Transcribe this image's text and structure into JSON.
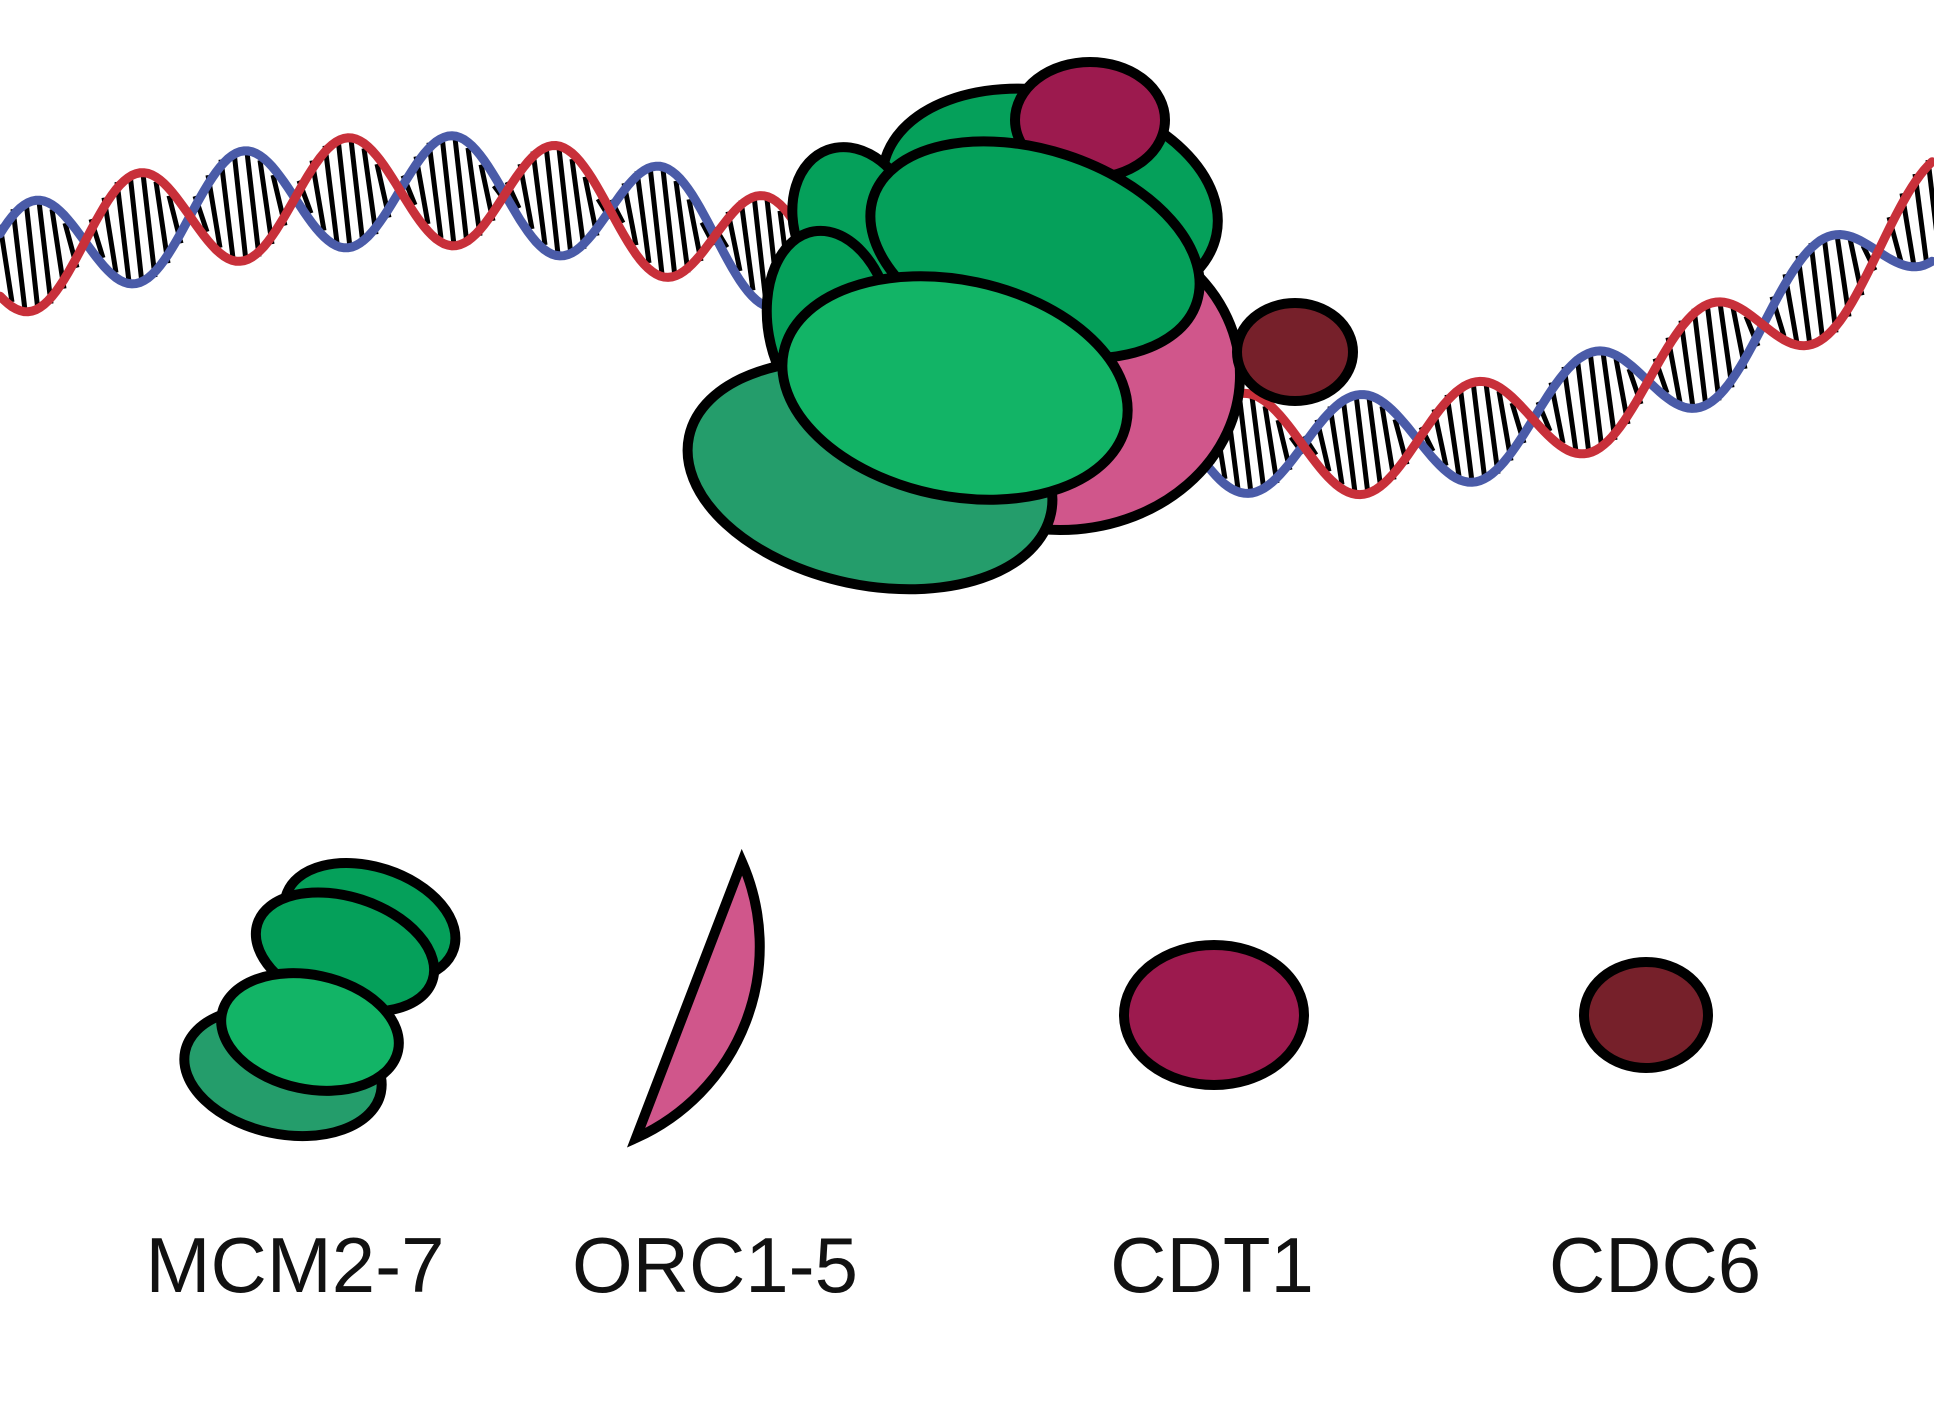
{
  "colors": {
    "strand_a": "#c8303a",
    "strand_b": "#4a5ba8",
    "rungs": "#000000",
    "outline": "#000000",
    "mcm_dark": "#249d6b",
    "mcm_mid": "#05a05a",
    "mcm_light": "#12b466",
    "orc": "#d0568b",
    "cdt1": "#9c1a4e",
    "cdc6": "#76202a"
  },
  "complex": {
    "mcm": "MCM2-7",
    "orc": "ORC1-5",
    "cdt1": "CDT1",
    "cdc6": "CDC6"
  },
  "legend": [
    {
      "id": "mcm",
      "label": "MCM2-7",
      "icon": "mcm-ring-stack-icon"
    },
    {
      "id": "orc",
      "label": "ORC1-5",
      "icon": "orc-half-disc-icon"
    },
    {
      "id": "cdt1",
      "label": "CDT1",
      "icon": "cdt1-oval-icon"
    },
    {
      "id": "cdc6",
      "label": "CDC6",
      "icon": "cdc6-oval-icon"
    }
  ]
}
